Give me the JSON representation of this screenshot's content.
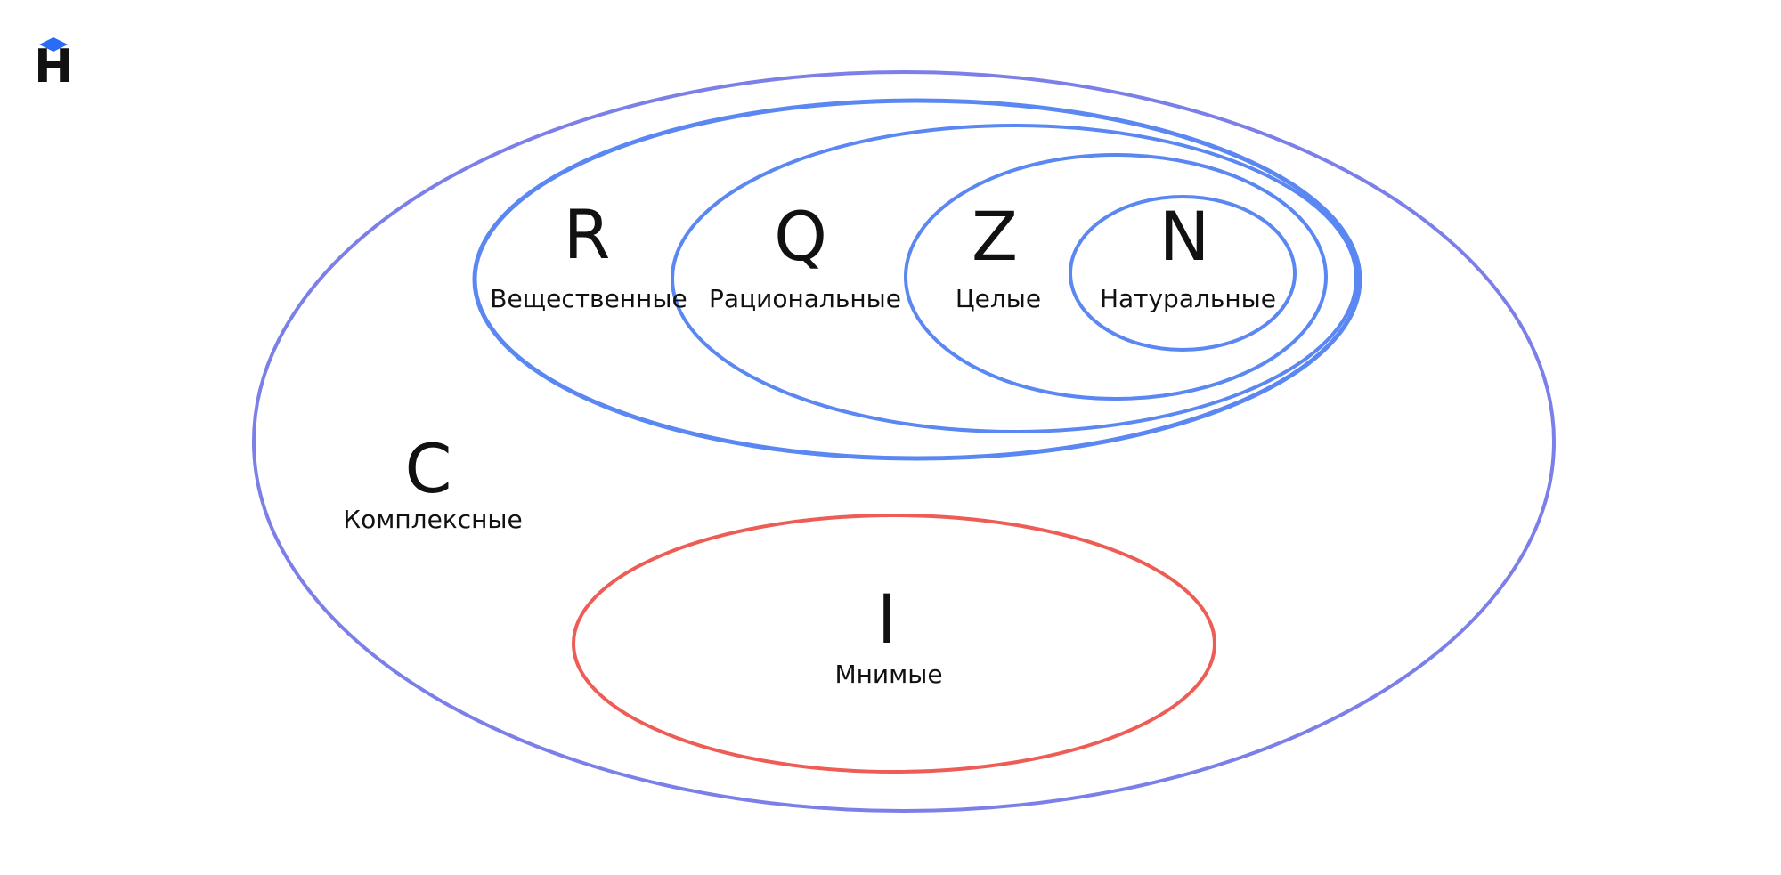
{
  "logo": {
    "letter": "Н",
    "cap_color": "#2B6CF6"
  },
  "colors": {
    "complex_stroke": "#7B7FE8",
    "real_family_stroke": "#5B87F2",
    "imaginary_stroke": "#EE5D55",
    "text": "#111111"
  },
  "sets": {
    "complex": {
      "letter": "C",
      "name": "Комплексные"
    },
    "real": {
      "letter": "R",
      "name": "Вещественные"
    },
    "rational": {
      "letter": "Q",
      "name": "Рациональные"
    },
    "integer": {
      "letter": "Z",
      "name": "Целые"
    },
    "natural": {
      "letter": "N",
      "name": "Натуральные"
    },
    "imaginary": {
      "letter": "I",
      "name": "Мнимые"
    }
  }
}
